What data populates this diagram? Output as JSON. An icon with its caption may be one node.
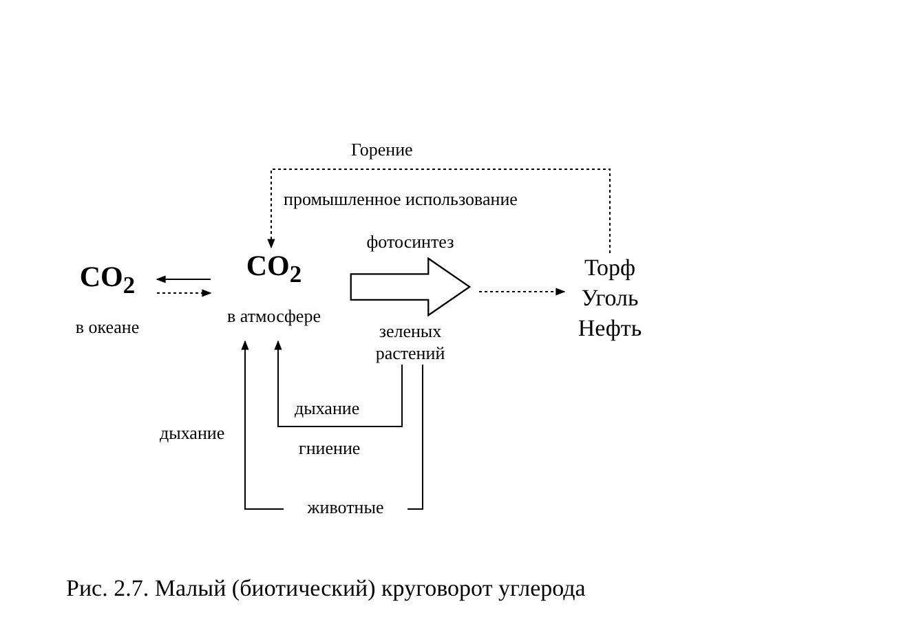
{
  "diagram": {
    "caption": "Рис. 2.7.  Малый (биотический) круговорот углерода",
    "nodes": [
      {
        "text": [
          "CO$_{2}$",
          "в океане"
        ]
      },
      {
        "text": [
          "CO$_{2}$",
          "в атмосфере"
        ]
      },
      {
        "text": [
          "фотосинтез",
          "зеленых растений"
        ]
      },
      {
        "text": [
          "Торф",
          "Уголь",
          "Нефть"
        ]
      },
      {
        "text": [
          "животные"
        ]
      }
    ],
    "edges": [
      {
        "from": 1,
        "to": 0,
        "arrow": "to"
      },
      {
        "from": 0,
        "to": 1,
        "arrow": "to",
        "style": "dashed"
      },
      {
        "from": 2,
        "to": 3,
        "arrow": "to",
        "style": "dashed"
      },
      {
        "from": 3,
        "to": 1,
        "arrow": "to",
        "style": "dashed",
        "label": "Горение"
      },
      {
        "from": 2,
        "to": 1,
        "arrow": "to",
        "label": "дыхание"
      },
      {
        "from": 2,
        "to": 4,
        "arrow": "none"
      },
      {
        "from": 4,
        "to": 1,
        "arrow": "to",
        "label": "дыхание"
      }
    ],
    "labels": [
      "промышленное использование",
      "гниение"
    ]
  }
}
